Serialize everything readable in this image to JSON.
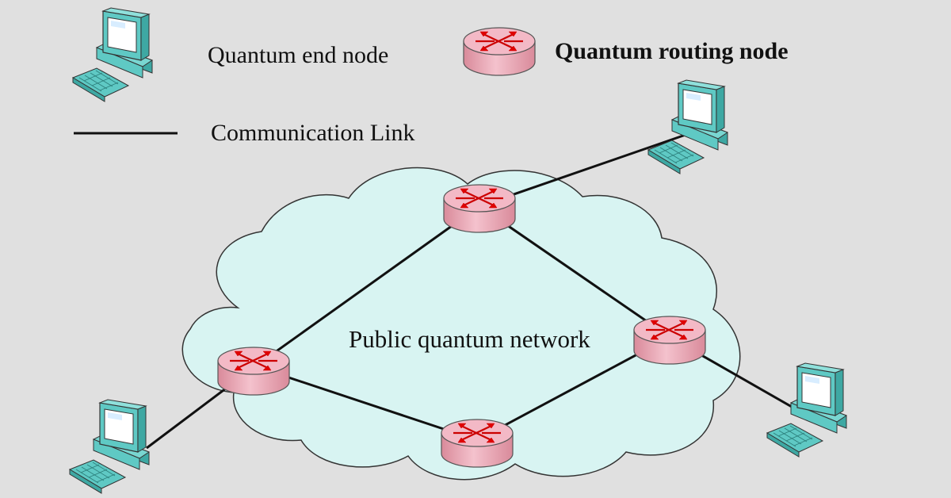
{
  "legend": {
    "end_node_label": "Quantum end node",
    "routing_node_label": "Quantum routing node",
    "link_label": "Communication Link"
  },
  "network": {
    "cloud_label": "Public quantum network"
  },
  "colors": {
    "background": "#e0e0e0",
    "cloud_fill": "#d8f4f2",
    "router_fill": "#eeaab8",
    "router_arrow": "#e00000",
    "computer_fill": "#5fc9c4",
    "link": "#111111"
  }
}
